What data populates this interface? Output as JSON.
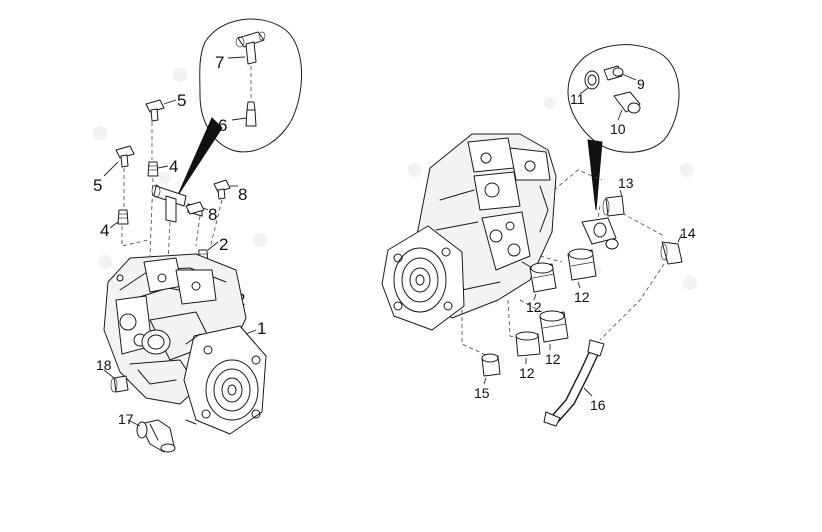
{
  "callouts": {
    "left": {
      "c7": "7",
      "c6": "6",
      "c5a": "5",
      "c5b": "5",
      "c4a": "4",
      "c4b": "4",
      "c8a": "8",
      "c8b": "8",
      "c2a": "2",
      "c2b": "2",
      "c1": "1",
      "c18": "18",
      "c17": "17"
    },
    "right": {
      "c9": "9",
      "c11": "11",
      "c10": "10",
      "c13": "13",
      "c14": "14",
      "c12a": "12",
      "c12b": "12",
      "c12c": "12",
      "c12d": "12",
      "c15": "15",
      "c16": "16"
    }
  },
  "colors": {
    "ink": "#1a1a1a",
    "paper": "#ffffff",
    "watermark": "#f2f2f2"
  }
}
